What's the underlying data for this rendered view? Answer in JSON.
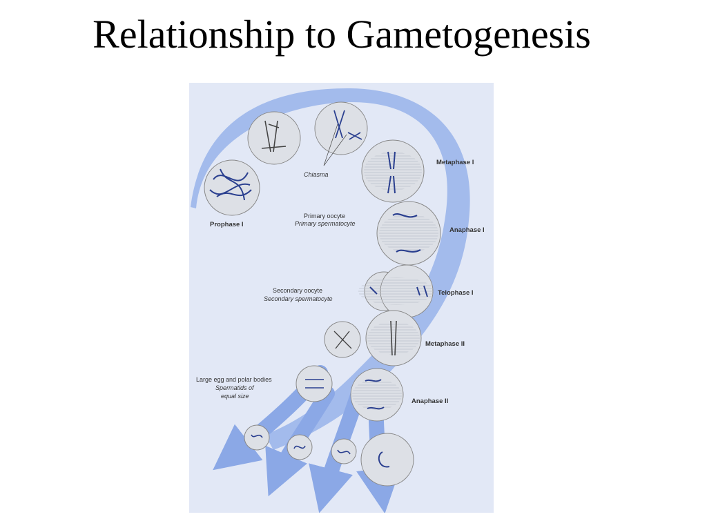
{
  "title": "Relationship to Gametogenesis",
  "diagram": {
    "labels": {
      "chiasma": "Chiasma",
      "prophase1": "Prophase I",
      "metaphase1": "Metaphase I",
      "anaphase1": "Anaphase I",
      "telophase1": "Telophase I",
      "metaphase2": "Metaphase II",
      "anaphase2": "Anaphase II",
      "primary_oocyte": "Primary oocyte",
      "primary_spermatocyte": "Primary spermatocyte",
      "secondary_oocyte": "Secondary oocyte",
      "secondary_spermatocyte": "Secondary spermatocyte",
      "egg_line1": "Large egg and polar bodies",
      "egg_line2": "Spermatids of",
      "egg_line3": "equal size"
    },
    "colors": {
      "background": "#e2e8f6",
      "arrow": "#8ba8e6",
      "cell_fill": "#dde0e6",
      "chromosome": "#2a3f8f"
    }
  }
}
